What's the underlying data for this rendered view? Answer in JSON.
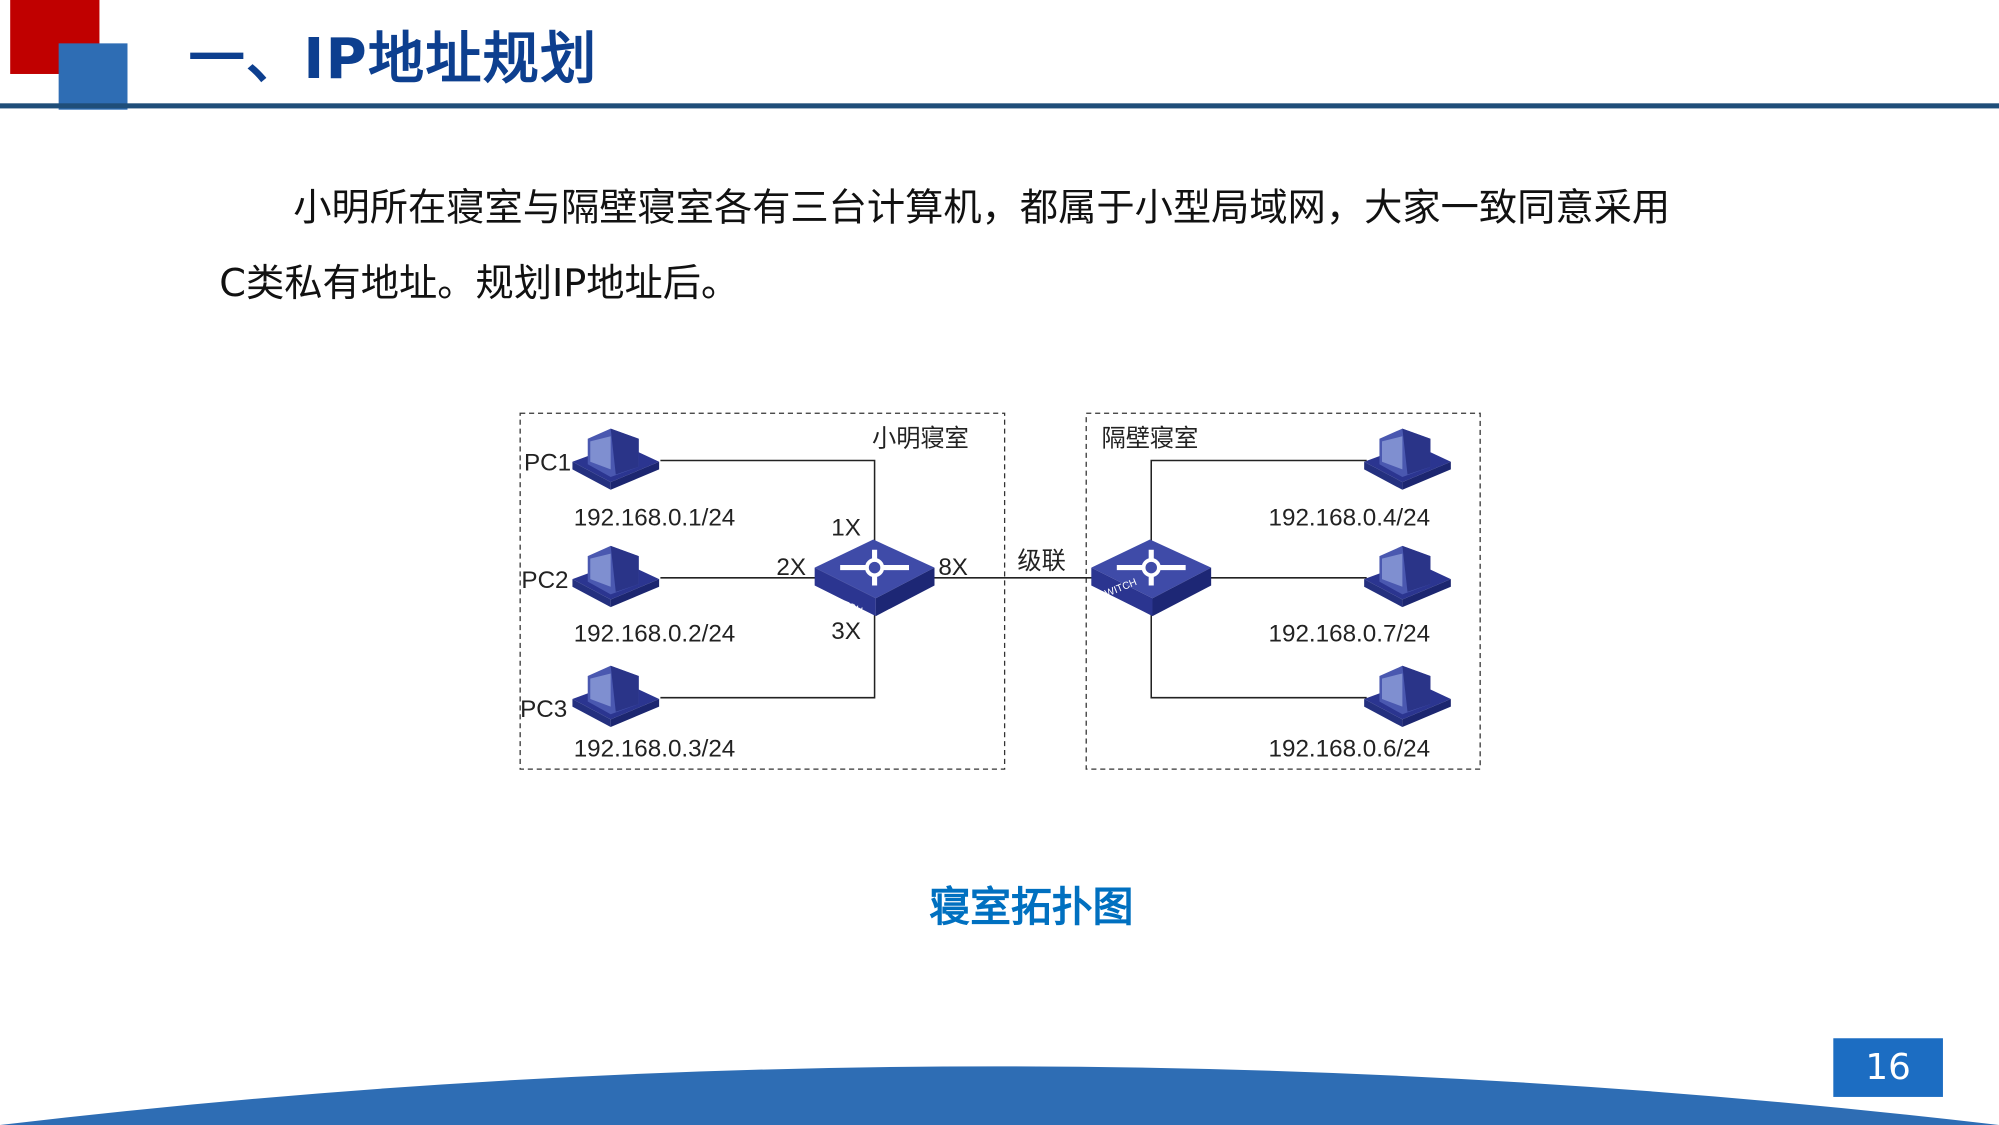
{
  "header": {
    "title": "一、IP地址规划"
  },
  "body": {
    "paragraph_line1": "小明所在寝室与隔壁寝室各有三台计算机，都属于小型局域网，大家一致同意采用",
    "paragraph_line2": "C类私有地址。规划IP地址后。"
  },
  "diagram": {
    "left_room": "小明寝室",
    "right_room": "隔壁寝室",
    "cascade_label": "级联",
    "switch_text": "SWITCH",
    "ports": {
      "p1": "1X",
      "p2": "2X",
      "p3": "3X",
      "p8": "8X"
    },
    "left_pcs": [
      {
        "name": "PC1",
        "ip": "192.168.0.1/24"
      },
      {
        "name": "PC2",
        "ip": "192.168.0.2/24"
      },
      {
        "name": "PC3",
        "ip": "192.168.0.3/24"
      }
    ],
    "right_pcs": [
      {
        "ip": "192.168.0.4/24"
      },
      {
        "ip": "192.168.0.7/24"
      },
      {
        "ip": "192.168.0.6/24"
      }
    ]
  },
  "caption": "寝室拓扑图",
  "footer": {
    "page_number": "16"
  },
  "colors": {
    "red": "#c00000",
    "blue": "#2e6db4",
    "title": "#0d3f8f",
    "caption": "#0070c0",
    "device": "#3a47a0"
  }
}
